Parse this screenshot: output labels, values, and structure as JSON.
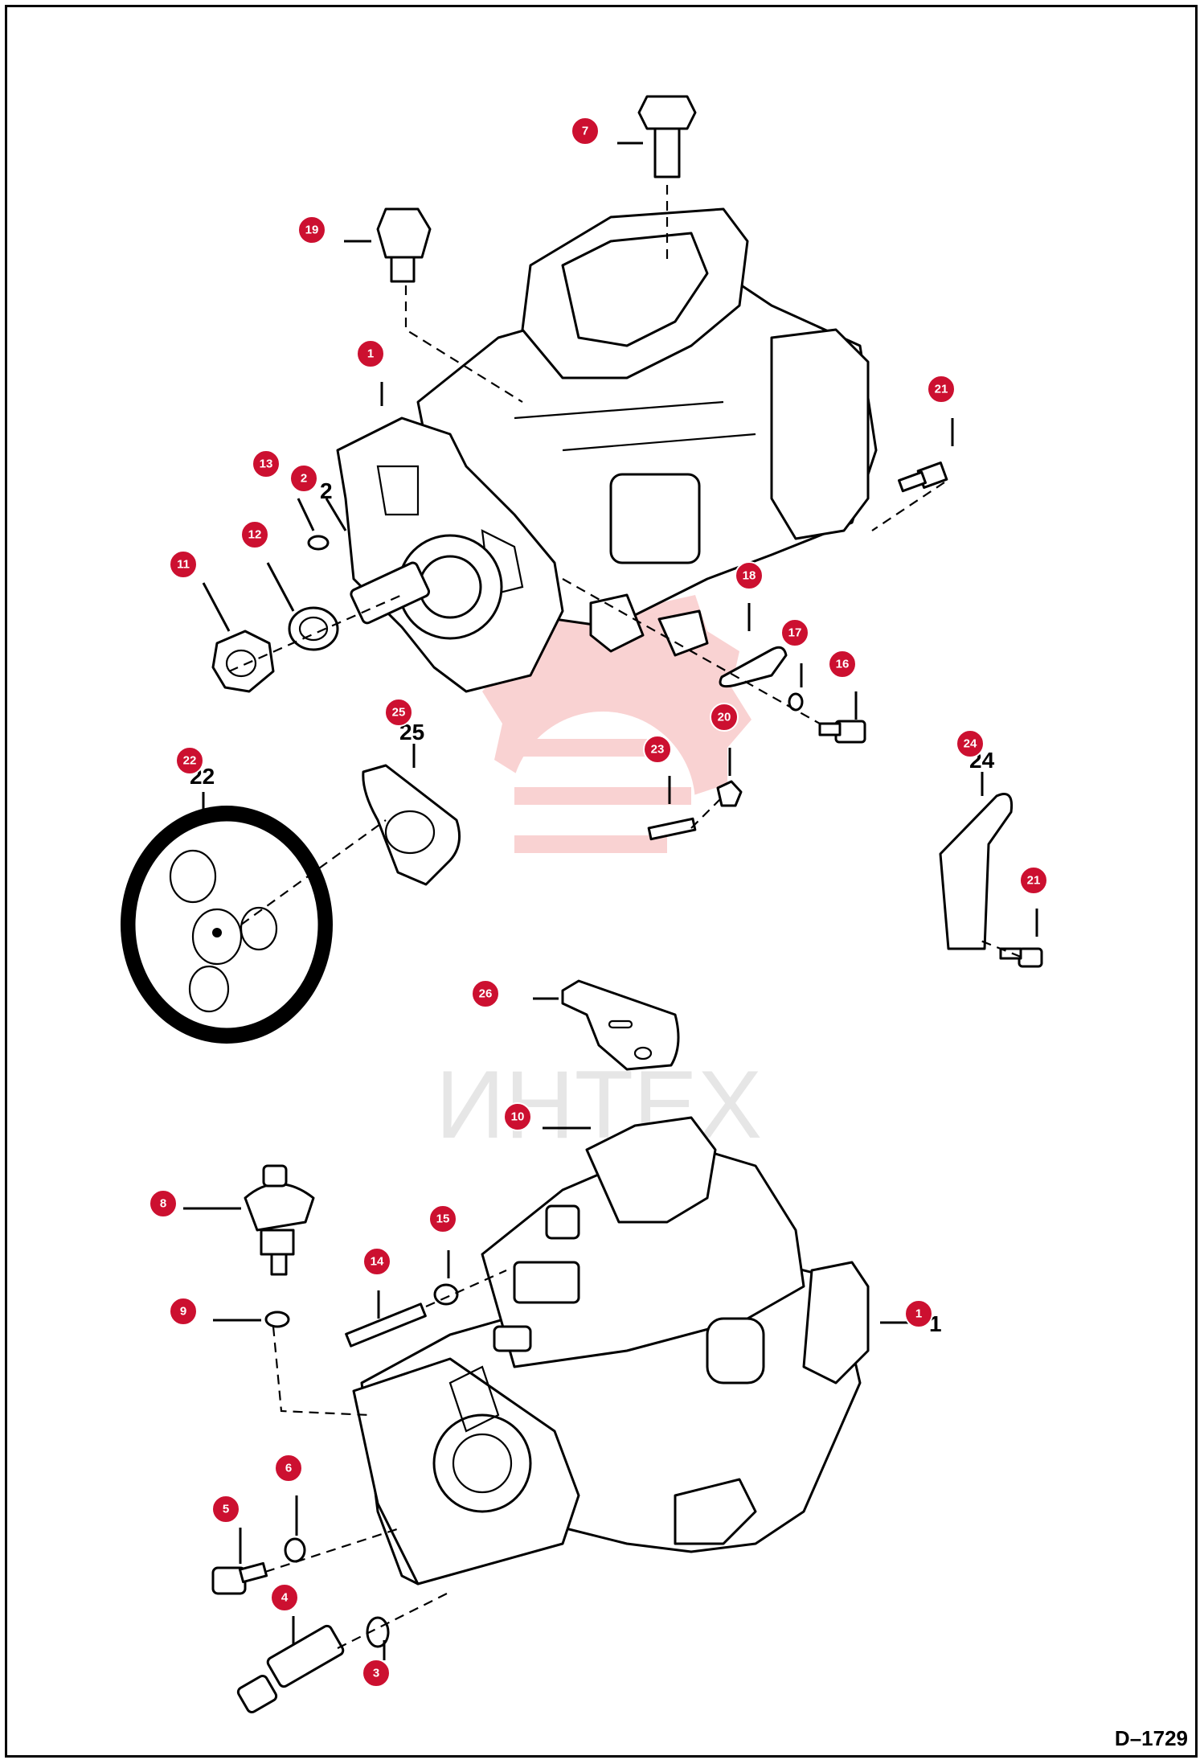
{
  "figure_id": "D–1729",
  "watermark_text": "ИНТЕХ",
  "colors": {
    "callout": "#cc1030",
    "line": "#000000",
    "watermark": "#f3b3b3"
  },
  "callouts": [
    {
      "id": "c7",
      "label": "7"
    },
    {
      "id": "c19",
      "label": "19"
    },
    {
      "id": "c1a",
      "label": "1"
    },
    {
      "id": "c21a",
      "label": "21"
    },
    {
      "id": "c13",
      "label": "13"
    },
    {
      "id": "c2",
      "label": "2"
    },
    {
      "id": "c12",
      "label": "12"
    },
    {
      "id": "c11",
      "label": "11"
    },
    {
      "id": "c18",
      "label": "18"
    },
    {
      "id": "c17",
      "label": "17"
    },
    {
      "id": "c16",
      "label": "16"
    },
    {
      "id": "c25",
      "label": "25"
    },
    {
      "id": "c20",
      "label": "20"
    },
    {
      "id": "c23",
      "label": "23"
    },
    {
      "id": "c24",
      "label": "24"
    },
    {
      "id": "c22",
      "label": "22"
    },
    {
      "id": "c21b",
      "label": "21"
    },
    {
      "id": "c26",
      "label": "26"
    },
    {
      "id": "c10",
      "label": "10"
    },
    {
      "id": "c8",
      "label": "8"
    },
    {
      "id": "c15",
      "label": "15"
    },
    {
      "id": "c14",
      "label": "14"
    },
    {
      "id": "c1b",
      "label": "1"
    },
    {
      "id": "c9",
      "label": "9"
    },
    {
      "id": "c6",
      "label": "6"
    },
    {
      "id": "c5",
      "label": "5"
    },
    {
      "id": "c4",
      "label": "4"
    },
    {
      "id": "c3",
      "label": "3"
    }
  ],
  "side_labels": {
    "l2": "2",
    "l22": "22",
    "l24": "24",
    "l25": "25",
    "l1": "1"
  }
}
